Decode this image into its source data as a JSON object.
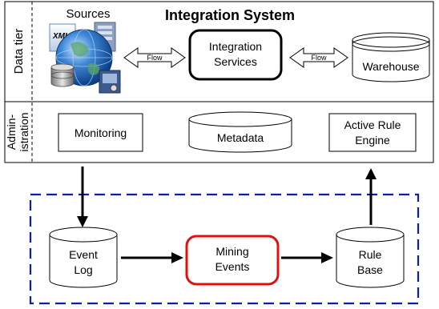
{
  "title": "Integration System",
  "tiers": {
    "data": "Data tier",
    "admin_line1": "Admin-",
    "admin_line2": "istration"
  },
  "sources": {
    "label": "Sources",
    "xml_tag": "XML"
  },
  "flow_labels": [
    "Flow",
    "Flow"
  ],
  "integration_services": {
    "line1": "Integration",
    "line2": "Services"
  },
  "warehouse": "Warehouse",
  "monitoring": "Monitoring",
  "metadata": "Metadata",
  "active_rule_engine": {
    "line1": "Active Rule",
    "line2": "Engine"
  },
  "event_log": {
    "line1": "Event",
    "line2": "Log"
  },
  "mining_events": {
    "line1": "Mining",
    "line2": "Events"
  },
  "rule_base": {
    "line1": "Rule",
    "line2": "Base"
  },
  "colors": {
    "mining_border": "#e01010",
    "dashed_box": "#0a1fb0",
    "globe": "#2a6bb5"
  }
}
